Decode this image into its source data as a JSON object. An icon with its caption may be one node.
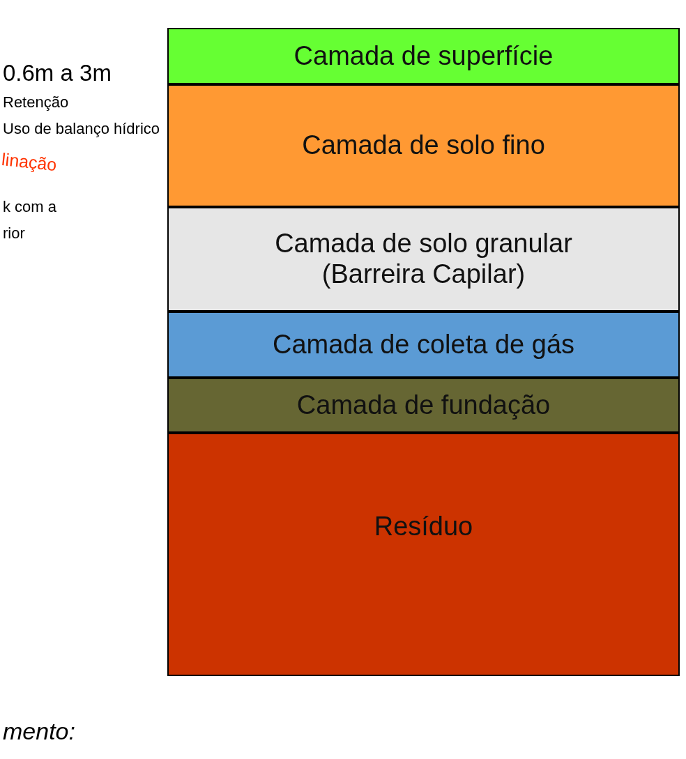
{
  "diagram": {
    "nodes": [
      {
        "text": [
          "Camada de superfície"
        ]
      },
      {
        "text": [
          "Camada de solo fino"
        ]
      },
      {
        "text": [
          "Camada de solo granular (Barreira Capilar)"
        ]
      },
      {
        "text": [
          "Camada de coleta de gás"
        ]
      },
      {
        "text": [
          "Camada de fundação"
        ]
      },
      {
        "text": [
          "Resíduo"
        ]
      }
    ],
    "edges": [],
    "labels": [
      "0.6m a 3m",
      "Retenção",
      "Uso de balanço hídrico",
      "linação",
      "k com a",
      "rior",
      "mento:"
    ]
  }
}
